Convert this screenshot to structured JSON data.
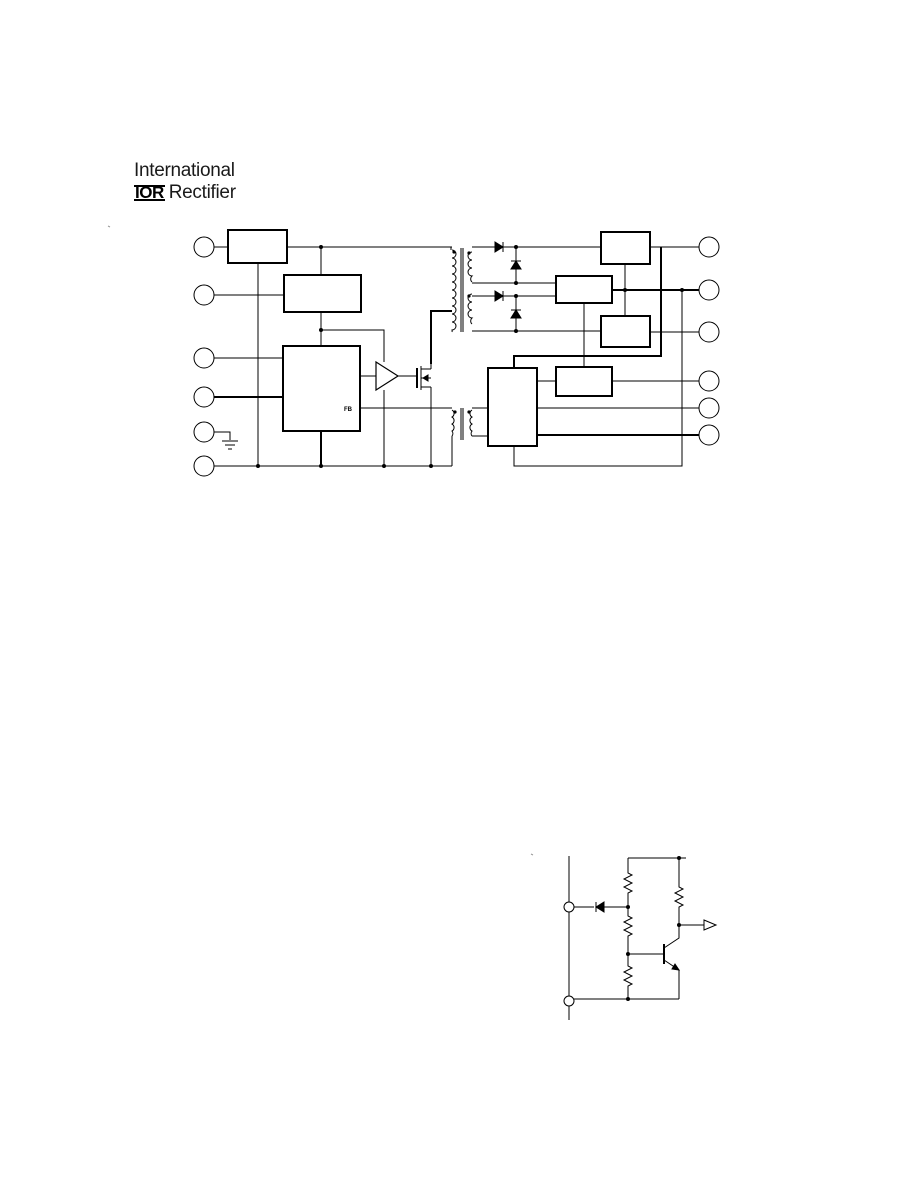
{
  "logo": {
    "line1": "International",
    "mark": "IOR",
    "line2": "Rectifier"
  },
  "block_diagram": {
    "fb_label": "FB"
  }
}
